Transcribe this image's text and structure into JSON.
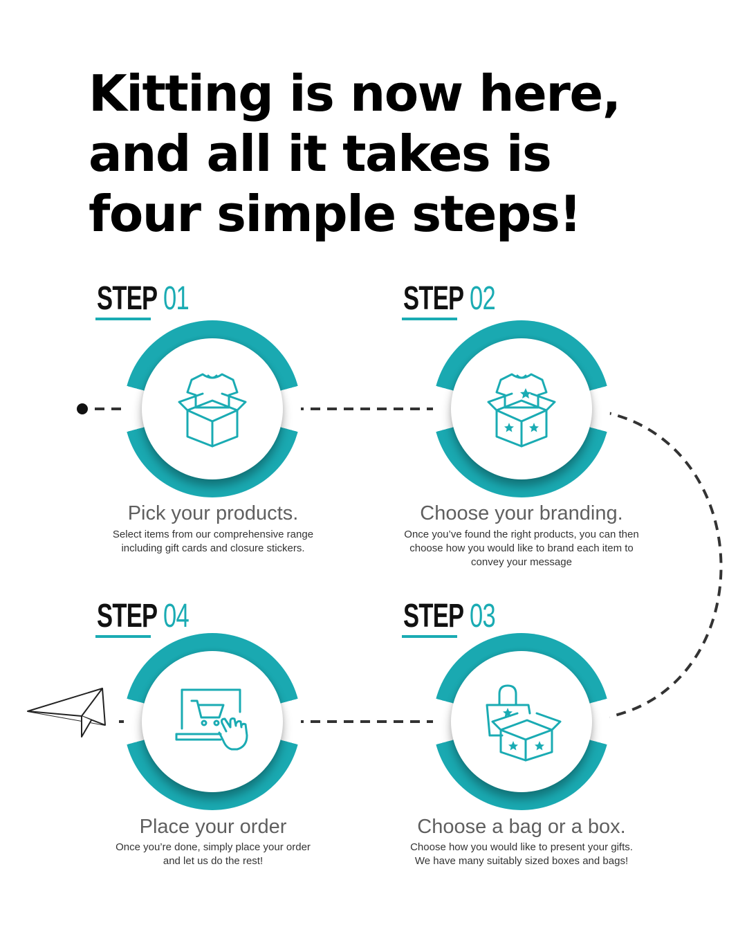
{
  "headline": {
    "line1": "Kitting is now here,",
    "line2": "and all it takes is",
    "line3": "four simple steps!"
  },
  "colors": {
    "accent": "#1aabb3",
    "text": "#111111",
    "muted": "#5f5f5f"
  },
  "steps": [
    {
      "word": "STEP",
      "number": "01",
      "icon": "box-shirt-icon",
      "title": "Pick your products.",
      "desc": [
        "Select items from our comprehensive range",
        "including gift cards and closure stickers."
      ]
    },
    {
      "word": "STEP",
      "number": "02",
      "icon": "branded-box-icon",
      "title": "Choose your branding.",
      "desc": [
        "Once you’ve found the right products, you can then",
        "choose how you would like to brand each item to",
        "convey your message"
      ]
    },
    {
      "word": "STEP",
      "number": "03",
      "icon": "bag-box-icon",
      "title": "Choose a bag or a box.",
      "desc": [
        "Choose how you would like to present your gifts.",
        "We have many suitably sized boxes and bags!"
      ]
    },
    {
      "word": "STEP",
      "number": "04",
      "icon": "laptop-cart-icon",
      "title": "Place your order",
      "desc": [
        "Once you’re done, simply place your order",
        "and let us do the rest!"
      ]
    }
  ]
}
